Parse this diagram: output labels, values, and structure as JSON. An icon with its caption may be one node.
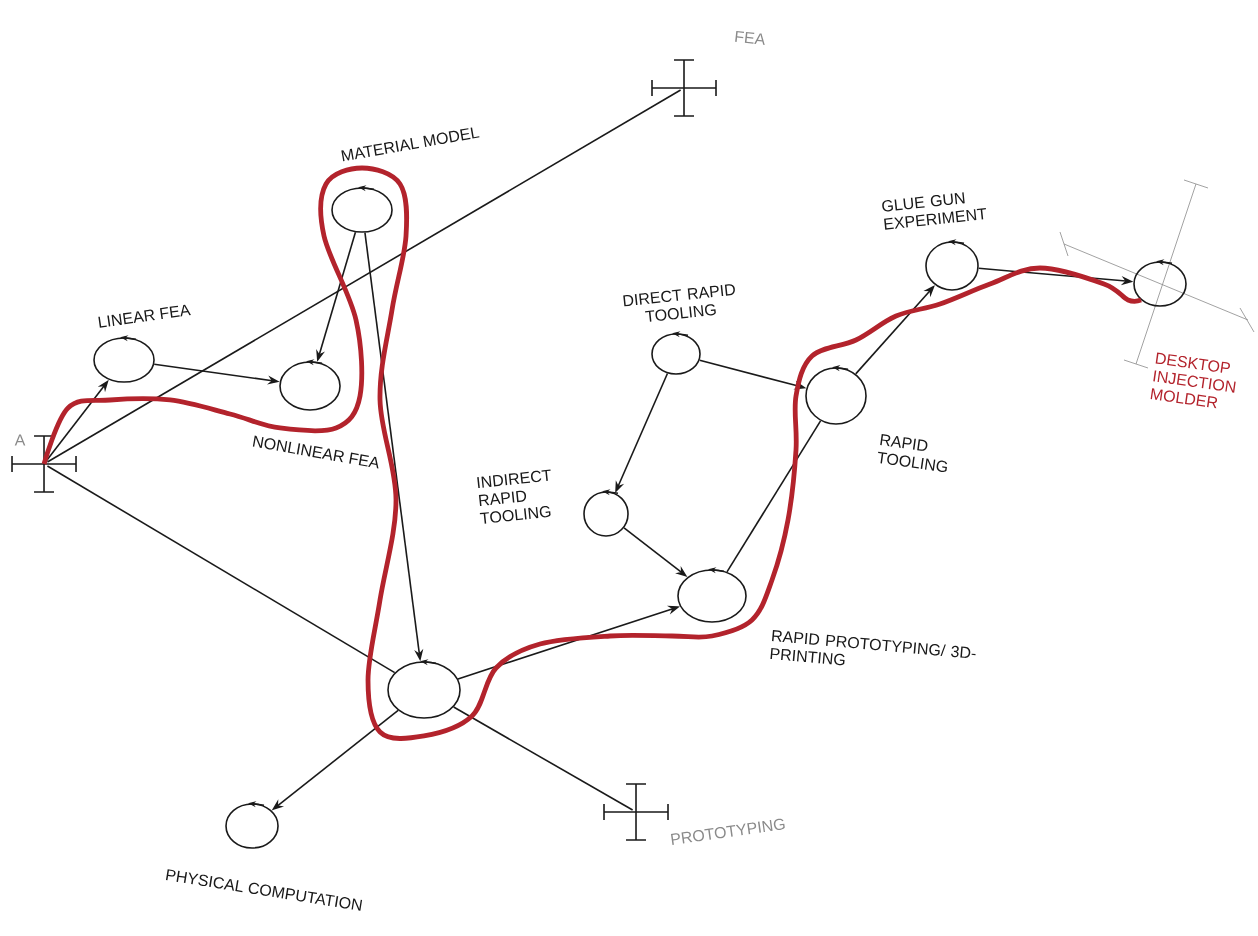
{
  "diagram": {
    "nodes": [
      {
        "text": [
          "A"
        ]
      },
      {
        "text": [
          "FEA"
        ]
      },
      {
        "text": [
          "PROTOTYPING"
        ]
      },
      {
        "text": [
          "LINEAR FEA"
        ]
      },
      {
        "text": [
          "NONLINEAR FEA"
        ]
      },
      {
        "text": [
          "MATERIAL MODEL"
        ]
      },
      {
        "text": [
          "DIRECT RAPID TOOLING"
        ]
      },
      {
        "text": [
          "INDIRECT RAPID TOOLING"
        ]
      },
      {
        "text": [
          "RAPID TOOLING"
        ]
      },
      {
        "text": [
          "GLUE GUN EXPERIMENT"
        ]
      },
      {
        "text": [
          "DESKTOP INJECTION MOLDER"
        ]
      },
      {
        "text": [
          "RAPID PROTOTYPING/ 3D-PRINTING"
        ]
      },
      {
        "text": [],
        "shape": "circle"
      },
      {
        "text": [
          "PHYSICAL COMPUTATION"
        ]
      }
    ],
    "edges": [
      {
        "from": 0,
        "to": 3,
        "arrow": "to"
      },
      {
        "from": 0,
        "to": 1,
        "arrow": "none"
      },
      {
        "from": 3,
        "to": 4,
        "arrow": "to"
      },
      {
        "from": 5,
        "to": 4,
        "arrow": "to"
      },
      {
        "from": 5,
        "to": 12,
        "arrow": "to"
      },
      {
        "from": 0,
        "to": 12,
        "arrow": "none"
      },
      {
        "from": 12,
        "to": 2,
        "arrow": "none"
      },
      {
        "from": 12,
        "to": 13,
        "arrow": "to"
      },
      {
        "from": 12,
        "to": 11,
        "arrow": "to"
      },
      {
        "from": 7,
        "to": 11,
        "arrow": "to"
      },
      {
        "from": 6,
        "to": 7,
        "arrow": "to"
      },
      {
        "from": 6,
        "to": 8,
        "arrow": "to"
      },
      {
        "from": 11,
        "to": 8,
        "arrow": "none"
      },
      {
        "from": 8,
        "to": 9,
        "arrow": "to"
      },
      {
        "from": 9,
        "to": 10,
        "arrow": "to"
      },
      {
        "from": 0,
        "to": 10,
        "arrow": "none",
        "style": "thick",
        "color": "#b3232c"
      }
    ]
  }
}
